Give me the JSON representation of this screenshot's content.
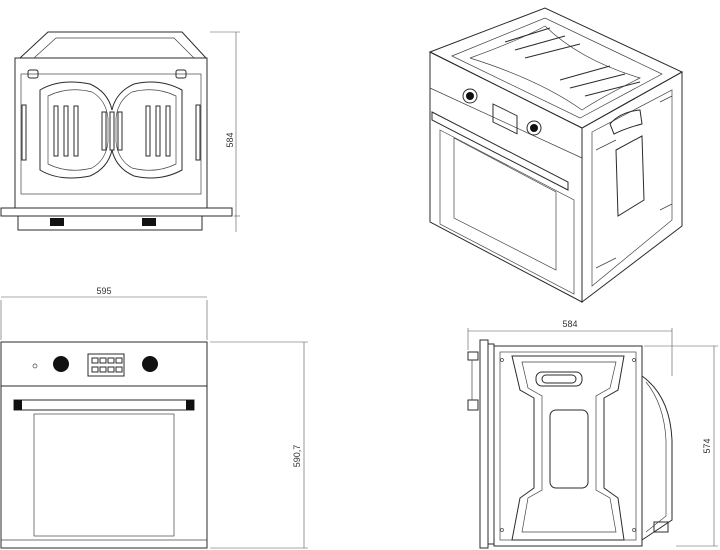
{
  "dimensions": {
    "top_view_height": "584",
    "front_view_width": "595",
    "front_view_height": "590,7",
    "side_view_width": "584",
    "side_view_height": "574"
  }
}
